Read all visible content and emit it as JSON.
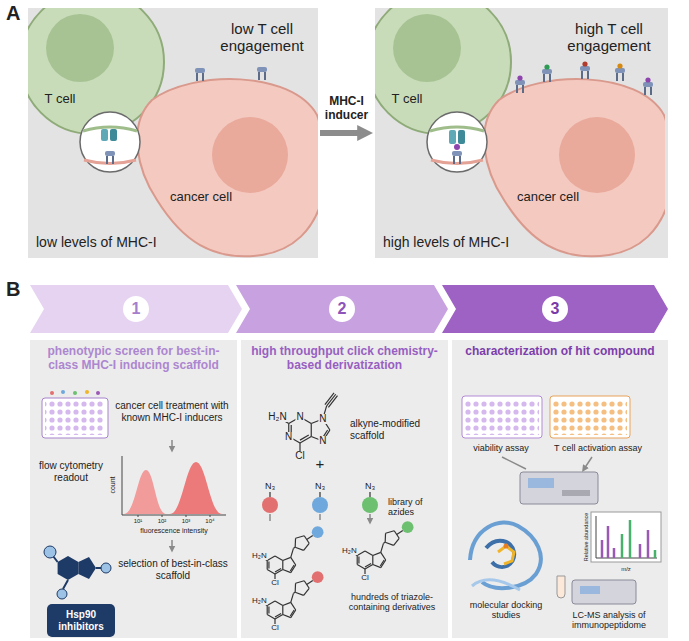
{
  "diagram": {
    "nodes": [
      {
        "text": [
          "low T cell engagement",
          "low levels of MHC-I"
        ]
      },
      {
        "text": [
          "T cell"
        ],
        "in": 0
      },
      {
        "text": [
          "cancer cell"
        ],
        "in": 0
      },
      {
        "text": [
          "high T cell engagement",
          "high levels of MHC-I"
        ]
      },
      {
        "text": [
          "T cell"
        ],
        "in": 3
      },
      {
        "text": [
          "cancer cell"
        ],
        "in": 3
      },
      {
        "text": [
          "1"
        ]
      },
      {
        "text": [
          "2"
        ]
      },
      {
        "text": [
          "3"
        ]
      },
      {
        "text": [
          "phenotypic screen for best-in-class MHC-I inducing scaffold",
          "cancer cell treatment with known MHC-I inducers",
          "flow cytometry readout",
          "selection of best-in-class scaffold"
        ]
      },
      {
        "text": [
          "Hsp90 inhibitors"
        ],
        "in": 9
      },
      {
        "text": [
          "high throughput click chemistry-based derivatization",
          "alkyne-modified scaffold",
          "library of azides",
          "hundreds of triazole-containing derivatives"
        ]
      },
      {
        "text": [
          "characterization of hit compound",
          "viability assay",
          "T cell activation assay",
          "molecular docking studies",
          "LC-MS analysis of immunopeptidome"
        ]
      }
    ],
    "edges": [
      {
        "from": 0,
        "to": 3,
        "label": "MHC-I inducer",
        "arrow": "to"
      }
    ],
    "labels": [
      "A",
      "B",
      "count",
      "10¹",
      "10²",
      "10³",
      "10⁴",
      "fluorescence intensity",
      "H₂N",
      "N",
      "N",
      "N",
      "N",
      "Cl",
      "+",
      "N₃",
      "N₃",
      "N₃",
      "H₂N",
      "Cl",
      "H₂N",
      "Cl",
      "H₂N",
      "Cl",
      "Relative abundance",
      "m/z"
    ]
  }
}
